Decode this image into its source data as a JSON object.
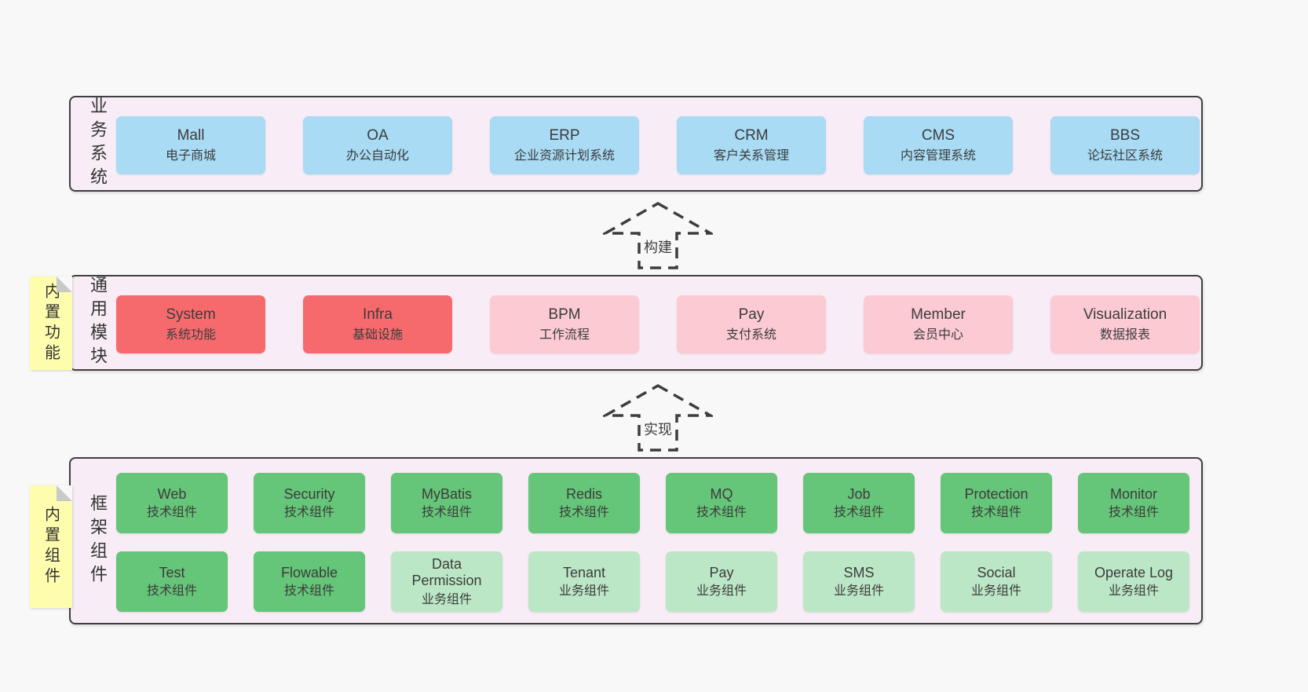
{
  "colors": {
    "background": "#f8f8f8",
    "panel": "#f8edf6",
    "panel_border": "#3f3f3f",
    "blue": "#a9dbf5",
    "red": "#f66a6d",
    "pink": "#fccad3",
    "green": "#65c578",
    "light_green": "#bce7c6",
    "note": "#fdfdad",
    "note_fold": "#c9c9c9",
    "text": "#3c3c3c"
  },
  "arrows": [
    {
      "label": "构建"
    },
    {
      "label": "实现"
    }
  ],
  "layers": [
    {
      "label": "业务系统",
      "boxes": [
        {
          "en": "Mall",
          "zh": "电子商城",
          "color": "blue"
        },
        {
          "en": "OA",
          "zh": "办公自动化",
          "color": "blue"
        },
        {
          "en": "ERP",
          "zh": "企业资源计划系统",
          "color": "blue"
        },
        {
          "en": "CRM",
          "zh": "客户关系管理",
          "color": "blue"
        },
        {
          "en": "CMS",
          "zh": "内容管理系统",
          "color": "blue"
        },
        {
          "en": "BBS",
          "zh": "论坛社区系统",
          "color": "blue"
        }
      ]
    },
    {
      "note": "内置功能",
      "label": "通用模块",
      "boxes": [
        {
          "en": "System",
          "zh": "系统功能",
          "color": "red"
        },
        {
          "en": "Infra",
          "zh": "基础设施",
          "color": "red"
        },
        {
          "en": "BPM",
          "zh": "工作流程",
          "color": "pink"
        },
        {
          "en": "Pay",
          "zh": "支付系统",
          "color": "pink"
        },
        {
          "en": "Member",
          "zh": "会员中心",
          "color": "pink"
        },
        {
          "en": "Visualization",
          "zh": "数据报表",
          "color": "pink"
        }
      ]
    },
    {
      "note": "内置组件",
      "label": "框架组件",
      "rows": [
        [
          {
            "en": "Web",
            "zh": "技术组件",
            "color": "green"
          },
          {
            "en": "Security",
            "zh": "技术组件",
            "color": "green"
          },
          {
            "en": "MyBatis",
            "zh": "技术组件",
            "color": "green"
          },
          {
            "en": "Redis",
            "zh": "技术组件",
            "color": "green"
          },
          {
            "en": "MQ",
            "zh": "技术组件",
            "color": "green"
          },
          {
            "en": "Job",
            "zh": "技术组件",
            "color": "green"
          },
          {
            "en": "Protection",
            "zh": "技术组件",
            "color": "green"
          },
          {
            "en": "Monitor",
            "zh": "技术组件",
            "color": "green"
          }
        ],
        [
          {
            "en": "Test",
            "zh": "技术组件",
            "color": "green"
          },
          {
            "en": "Flowable",
            "zh": "技术组件",
            "color": "green"
          },
          {
            "en": "Data Permission",
            "zh": "业务组件",
            "color": "light_green"
          },
          {
            "en": "Tenant",
            "zh": "业务组件",
            "color": "light_green"
          },
          {
            "en": "Pay",
            "zh": "业务组件",
            "color": "light_green"
          },
          {
            "en": "SMS",
            "zh": "业务组件",
            "color": "light_green"
          },
          {
            "en": "Social",
            "zh": "业务组件",
            "color": "light_green"
          },
          {
            "en": "Operate Log",
            "zh": "业务组件",
            "color": "light_green"
          }
        ]
      ]
    }
  ]
}
